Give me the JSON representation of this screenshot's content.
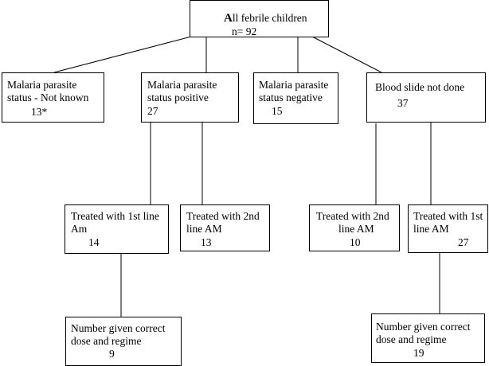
{
  "diagram": {
    "root": {
      "title_first": "A",
      "title_rest": "ll febrile children",
      "count": "n= 92"
    },
    "not_known": {
      "line1": "Malaria parasite",
      "line2": "status - Not known",
      "count": "13*"
    },
    "positive": {
      "line1": "Malaria parasite",
      "line2": "status positive",
      "count": "27"
    },
    "negative": {
      "line1": "Malaria parasite",
      "line2": "status negative",
      "count": "15"
    },
    "not_done": {
      "line1": "Blood slide not done",
      "count": "37"
    },
    "pos_first_line": {
      "line1": "Treated with 1st  line",
      "line2": "Am",
      "count": "14"
    },
    "pos_second_line": {
      "line1": "Treated with 2nd",
      "line2": "line AM",
      "count": "13"
    },
    "nd_second_line": {
      "line1": "Treated with 2nd",
      "line2": "line AM",
      "count": "10"
    },
    "nd_first_line": {
      "line1": "Treated with 1st",
      "line2": "line AM",
      "count": "27"
    },
    "pos_correct": {
      "line1": "Number  given correct",
      "line2": "dose and regime",
      "count": "9"
    },
    "nd_correct": {
      "line1": "Number given correct",
      "line2": "dose and regime",
      "count": "19"
    }
  }
}
